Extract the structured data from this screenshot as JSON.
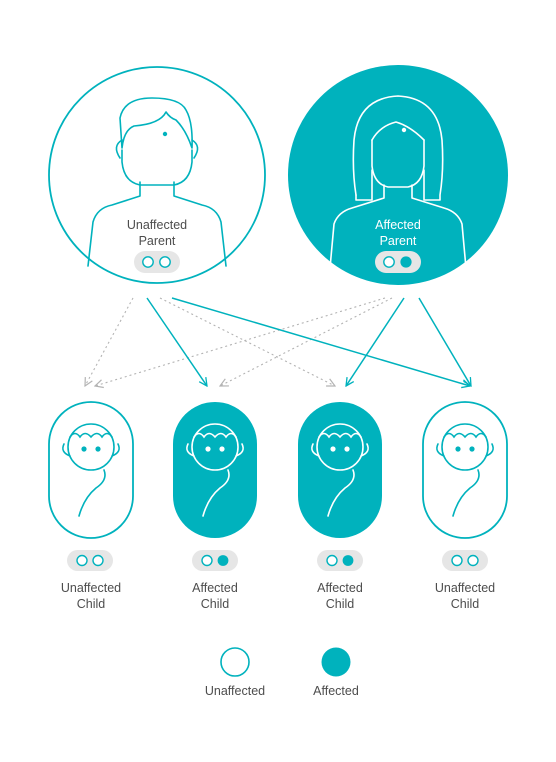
{
  "colors": {
    "teal": "#00b2bd",
    "grey_pill": "#e6e6e6",
    "text": "#4d4d4d",
    "dotted_arrow": "#b3b3b3"
  },
  "parents": [
    {
      "label_line1": "Unaffected",
      "label_line2": "Parent",
      "status": "unaffected",
      "genes": [
        "normal",
        "normal"
      ]
    },
    {
      "label_line1": "Affected",
      "label_line2": "Parent",
      "status": "affected",
      "genes": [
        "normal",
        "variant"
      ]
    }
  ],
  "children": [
    {
      "label_line1": "Unaffected",
      "label_line2": "Child",
      "status": "unaffected",
      "genes": [
        "normal",
        "normal"
      ]
    },
    {
      "label_line1": "Affected",
      "label_line2": "Child",
      "status": "affected",
      "genes": [
        "normal",
        "variant"
      ]
    },
    {
      "label_line1": "Affected",
      "label_line2": "Child",
      "status": "affected",
      "genes": [
        "normal",
        "variant"
      ]
    },
    {
      "label_line1": "Unaffected",
      "label_line2": "Child",
      "status": "unaffected",
      "genes": [
        "normal",
        "normal"
      ]
    }
  ],
  "legend": {
    "unaffected": "Unaffected",
    "affected": "Affected"
  }
}
